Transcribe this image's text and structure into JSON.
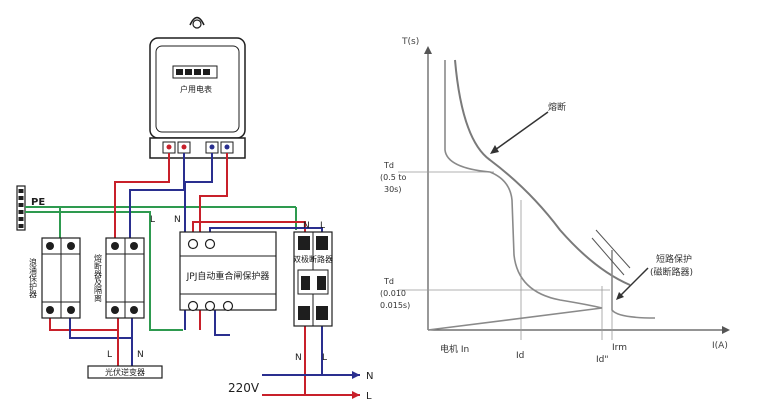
{
  "wiring": {
    "meter_label": "户用电表",
    "pe_label": "PE",
    "spd_label": "浪涌保护器",
    "switch_label": "熔断器及隔离",
    "jpj_label": "JPJ自动重合闸保护器",
    "breaker_label": "双极断路器",
    "inverter_label": "光伏逆变器",
    "voltage_label": "220V",
    "L": "L",
    "N": "N"
  },
  "curve": {
    "y_axis": "T(s)",
    "x_axis": "I(A)",
    "fuse_label": "熔断",
    "td_upper": [
      "Td",
      "(0.5 to",
      "30s)"
    ],
    "td_lower": [
      "Td",
      "(0.010",
      "0.015s)"
    ],
    "short_circuit_label": [
      "短路保护",
      "(磁断路器)"
    ],
    "x_ticks": [
      "电机 In",
      "Id",
      "Id\"",
      "Irm"
    ]
  },
  "colors": {
    "red": "#c8202a",
    "blue": "#2a2f8f",
    "green": "#2e9a4f",
    "black": "#1e1e1e",
    "gray_curve": "#7a7a7a"
  }
}
